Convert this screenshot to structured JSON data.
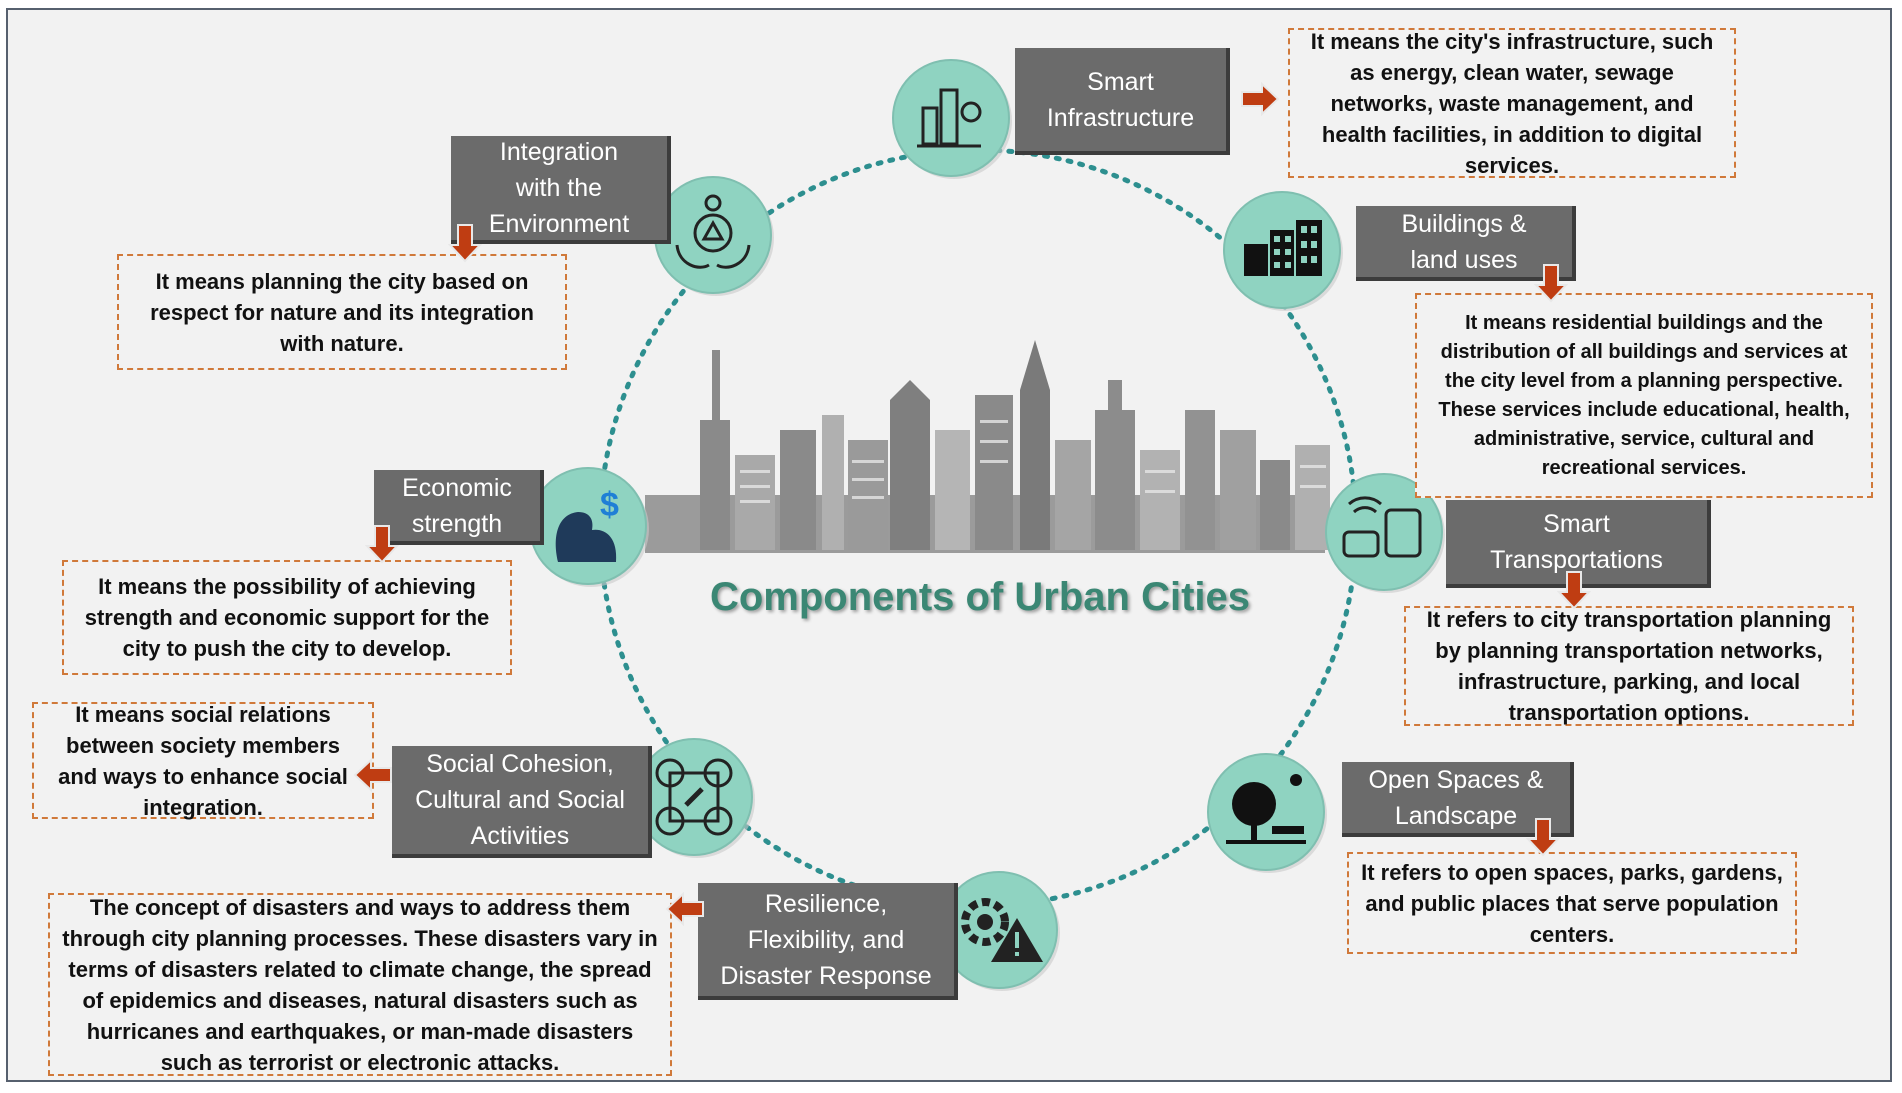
{
  "title": "Components of Urban Cities",
  "colors": {
    "frame": "#56606e",
    "label_bg": "#6b6b6b",
    "circle_fill": "#8fd3c1",
    "ring": "#2d8f8f",
    "arrow": "#bf3d12",
    "dash": "#d0793a",
    "title": "#3b8774"
  },
  "components": [
    {
      "label": "Smart\nInfrastructure",
      "icon": "infrastructure-icon",
      "description": "It means the city's infrastructure, such as energy, clean water, sewage networks, waste management, and health facilities, in addition to digital services."
    },
    {
      "label": "Buildings &\nland uses",
      "icon": "buildings-icon",
      "description": "It means residential buildings and the distribution of all buildings and services at the city level from a planning perspective. These services include educational, health, administrative, service, cultural and recreational services."
    },
    {
      "label": "Smart\nTransportations",
      "icon": "transportation-icon",
      "description": "It refers to city transportation planning by planning transportation networks, infrastructure, parking, and local transportation options."
    },
    {
      "label": "Open Spaces &\nLandscape",
      "icon": "park-icon",
      "description": "It refers to open spaces, parks, gardens, and public places that serve population centers."
    },
    {
      "label": "Resilience,\nFlexibility, and\nDisaster Response",
      "icon": "disaster-gear-icon",
      "description": "The concept of disasters and ways to address them through city planning processes. These disasters vary in terms of disasters related to climate change, the spread of epidemics and diseases, natural disasters such as hurricanes and earthquakes, or man-made disasters such as terrorist or electronic attacks."
    },
    {
      "label": "Social Cohesion,\nCultural and Social\nActivities",
      "icon": "network-people-icon",
      "description": "It means social relations between society members and ways to enhance social integration."
    },
    {
      "label": "Economic\nstrength",
      "icon": "economy-arm-icon",
      "description": "It means the possibility of achieving strength and economic support for the city to push the city to develop."
    },
    {
      "label": "Integration\nwith the\nEnvironment",
      "icon": "environment-hands-icon",
      "description": "It means planning the city based on respect for nature and its integration with nature."
    }
  ]
}
